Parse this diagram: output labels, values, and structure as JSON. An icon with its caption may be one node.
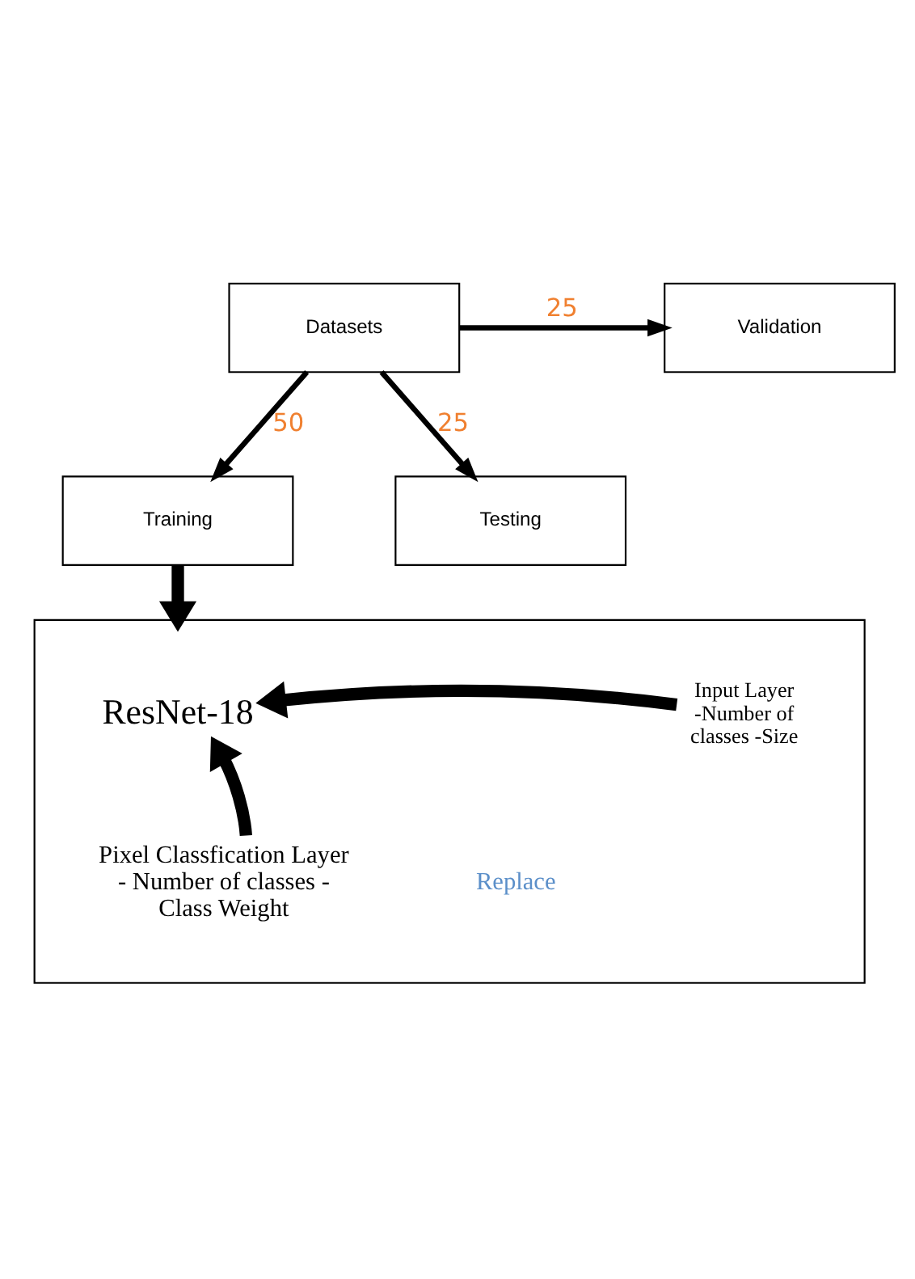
{
  "diagram": {
    "nodes": [
      {
        "text": [
          "Datasets"
        ]
      },
      {
        "text": [
          "Validation"
        ]
      },
      {
        "text": [
          "Training"
        ]
      },
      {
        "text": [
          "Testing"
        ]
      },
      {
        "text": [],
        "shape": "box"
      },
      {
        "text": [
          "ResNet-18"
        ],
        "in": 4
      },
      {
        "text": [
          "Input Layer -Number of classes -Size"
        ],
        "in": 4
      },
      {
        "text": [
          "Pixel Classfication Layer - Number of classes - Class Weight"
        ],
        "in": 4
      }
    ],
    "edges": [
      {
        "from": 0,
        "to": 1,
        "arrow": "to",
        "label": "25"
      },
      {
        "from": 0,
        "to": 2,
        "arrow": "to",
        "label": "50"
      },
      {
        "from": 0,
        "to": 3,
        "arrow": "to",
        "label": "25"
      },
      {
        "from": 2,
        "to": 4,
        "arrow": "to",
        "style": "thick"
      },
      {
        "from": 6,
        "to": 5,
        "arrow": "to",
        "style": "thick"
      },
      {
        "from": 7,
        "to": 5,
        "arrow": "to",
        "style": "thick"
      }
    ],
    "labels": [
      "Replace"
    ]
  }
}
